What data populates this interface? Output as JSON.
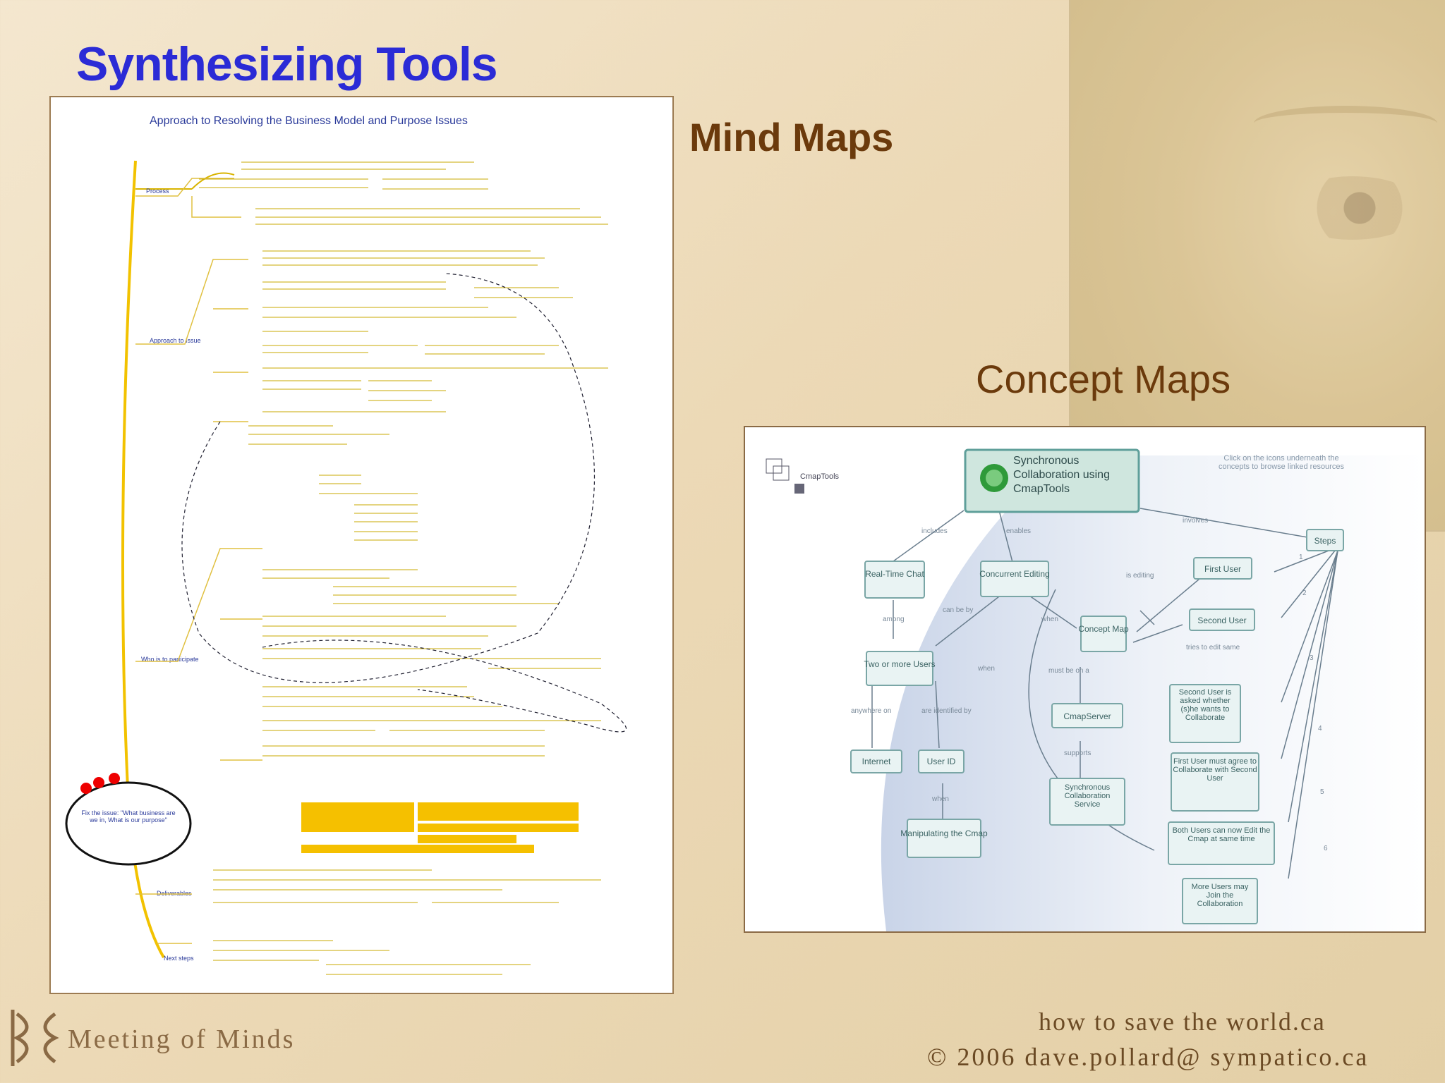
{
  "slide": {
    "title": "Synthesizing Tools",
    "mind_maps_label": "Mind Maps",
    "concept_maps_label": "Concept Maps"
  },
  "mind_map": {
    "heading": "Approach to Resolving the Business Model and Purpose Issues",
    "center_node": "Fix the issue: \"What business are we in, What is our purpose\"",
    "branches": [
      "Process",
      "Approach to Issue",
      "Who is to participate",
      "Deliverables",
      "Next steps"
    ]
  },
  "concept_map": {
    "logo_text": "CmapTools",
    "title_node": "Synchronous Collaboration using CmapTools",
    "hint": "Click on the icons underneath the concepts to browse linked resources",
    "nodes": [
      "Real-Time Chat",
      "Concurrent Editing",
      "First User",
      "Steps",
      "Second User",
      "Concept Map",
      "Two or more Users",
      "CmapServer",
      "Second User is asked whether (s)he wants to Collaborate",
      "Internet",
      "User ID",
      "Synchronous Collaboration Service",
      "First User must agree to Collaborate with Second User",
      "Manipulating the Cmap",
      "Both Users can now Edit the Cmap at same time",
      "More Users may Join the Collaboration"
    ],
    "links": [
      "includes",
      "enables",
      "involves",
      "among",
      "can be by",
      "is editing",
      "when",
      "tries to edit same",
      "must be on a",
      "anywhere on",
      "are identified by",
      "supports",
      "when",
      "1",
      "2",
      "3",
      "4",
      "5",
      "6"
    ],
    "accent_color": "#5f9f9a"
  },
  "footer": {
    "org": "Meeting of Minds",
    "url": "how to save the world.ca",
    "copyright": "© 2006  dave.pollard@ sympatico.ca"
  }
}
